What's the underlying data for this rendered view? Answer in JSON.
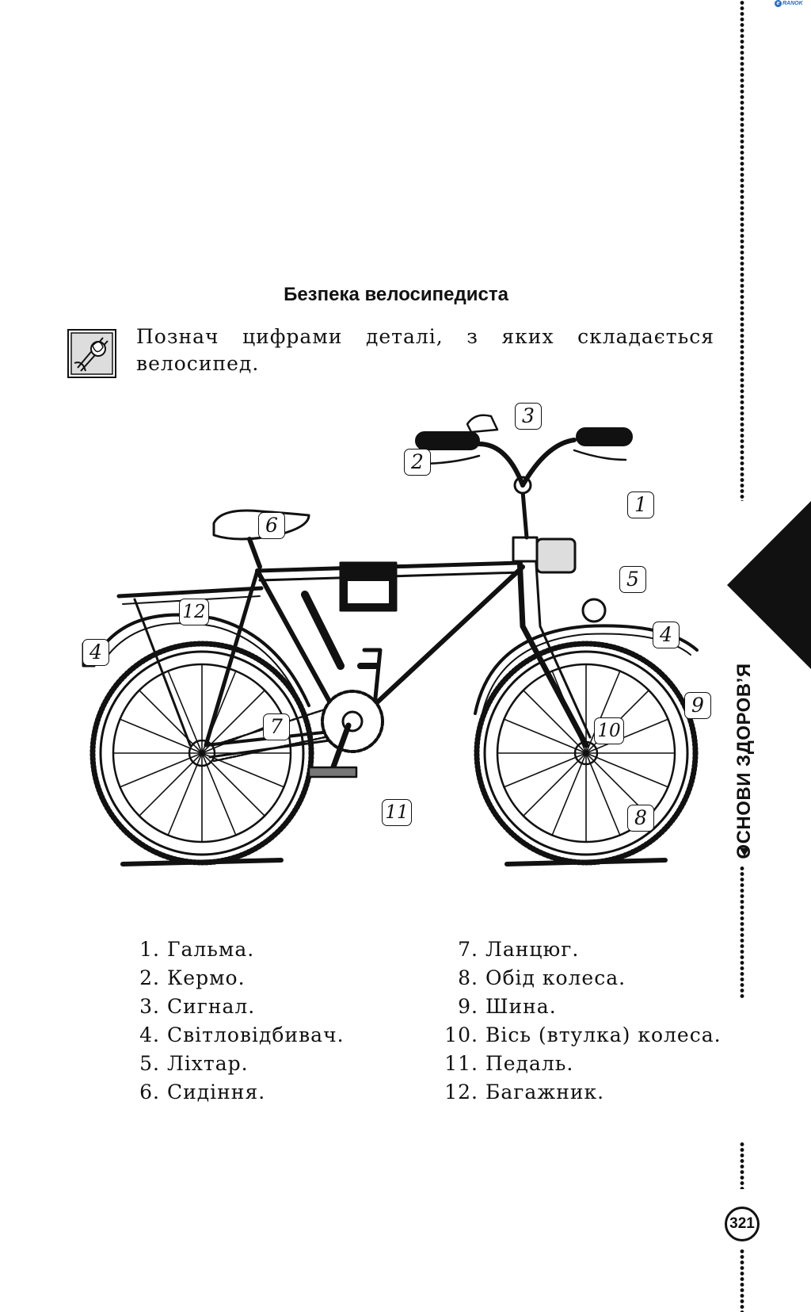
{
  "publisher_logo": "RANOK",
  "side_title": "ОСНОВИ ЗДОРОВ’Я",
  "page_number": "321",
  "title": "Безпека велосипедиста",
  "instruction": "Познач цифрами деталі, з яких складається велосипед.",
  "diagram_labels": [
    "3",
    "2",
    "1",
    "6",
    "5",
    "12",
    "4",
    "4",
    "9",
    "7",
    "10",
    "11",
    "8"
  ],
  "parts_left": [
    {
      "num": "1.",
      "text": "Гальма."
    },
    {
      "num": "2.",
      "text": "Кермо."
    },
    {
      "num": "3.",
      "text": "Сигнал."
    },
    {
      "num": "4.",
      "text": "Світловідбивач."
    },
    {
      "num": "5.",
      "text": "Ліхтар."
    },
    {
      "num": "6.",
      "text": "Сидіння."
    }
  ],
  "parts_right": [
    {
      "num": "7.",
      "text": "Ланцюг."
    },
    {
      "num": "8.",
      "text": "Обід колеса."
    },
    {
      "num": "9.",
      "text": "Шина."
    },
    {
      "num": "10.",
      "text": "Вісь (втулка) колеса."
    },
    {
      "num": "11.",
      "text": "Педаль."
    },
    {
      "num": "12.",
      "text": "Багажник."
    }
  ]
}
